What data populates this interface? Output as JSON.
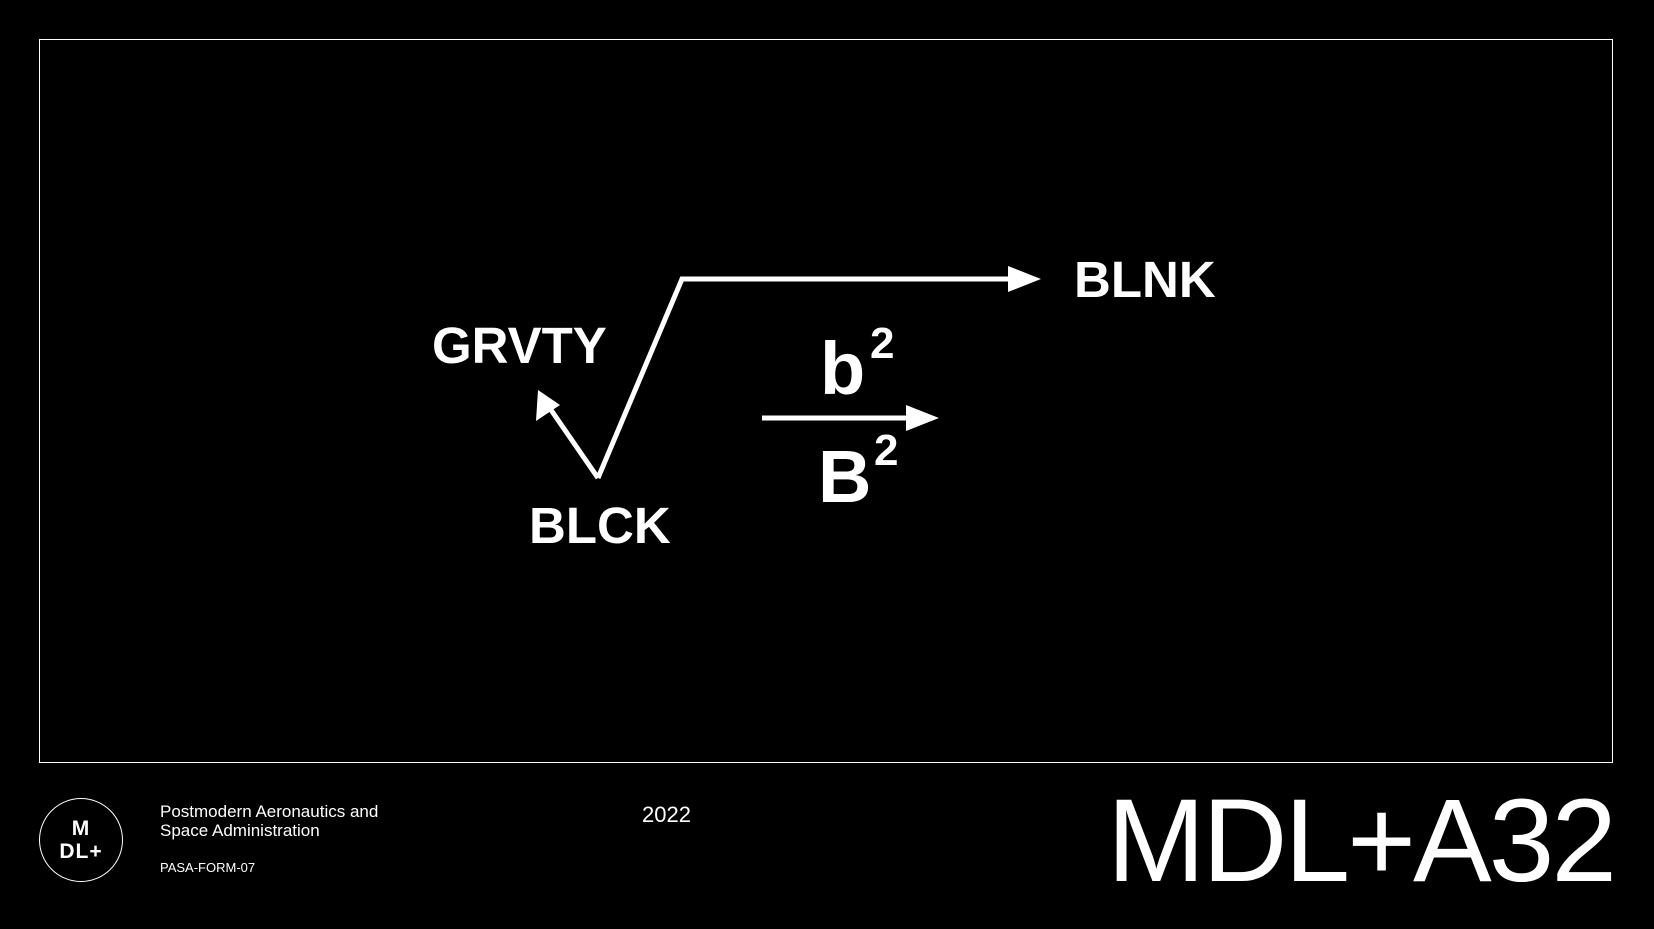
{
  "diagram": {
    "label_blnk": "BLNK",
    "label_grvty": "GRVTY",
    "label_blck": "BLCK",
    "numerator_base": "b",
    "numerator_exp": "2",
    "denominator_base": "B",
    "denominator_exp": "2"
  },
  "footer": {
    "logo_line1": "M",
    "logo_line2": "DL+",
    "org_line1": "Postmodern Aeronautics and",
    "org_line2": "Space Administration",
    "form_id": "PASA-FORM-07",
    "year": "2022",
    "title": "MDL+A32"
  },
  "colors": {
    "background": "#000000",
    "foreground": "#ffffff"
  }
}
